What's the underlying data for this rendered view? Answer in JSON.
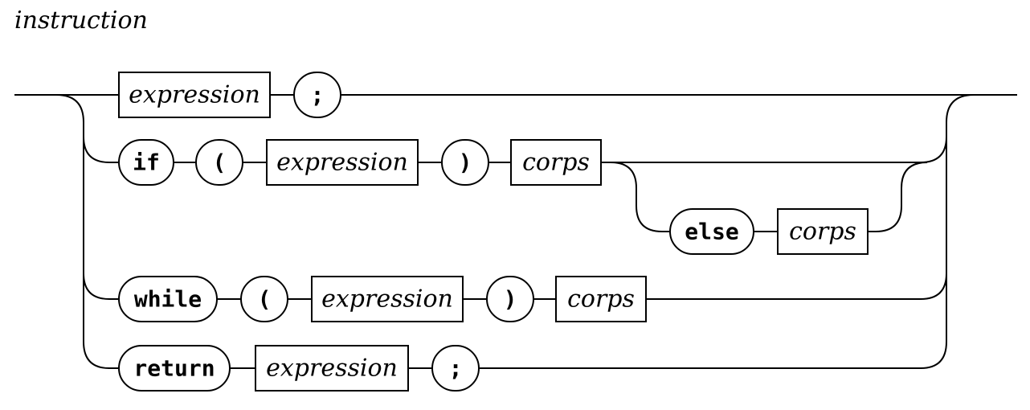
{
  "title": "instruction",
  "tokens": {
    "r1_expression": "expression",
    "r1_semicolon": ";",
    "r2_if": "if",
    "r2_lparen": "(",
    "r2_expression": "expression",
    "r2_rparen": ")",
    "r2_corps": "corps",
    "r2_else": "else",
    "r2_else_corps": "corps",
    "r3_while": "while",
    "r3_lparen": "(",
    "r3_expression": "expression",
    "r3_rparen": ")",
    "r3_corps": "corps",
    "r4_return": "return",
    "r4_expression": "expression",
    "r4_semicolon": ";"
  }
}
